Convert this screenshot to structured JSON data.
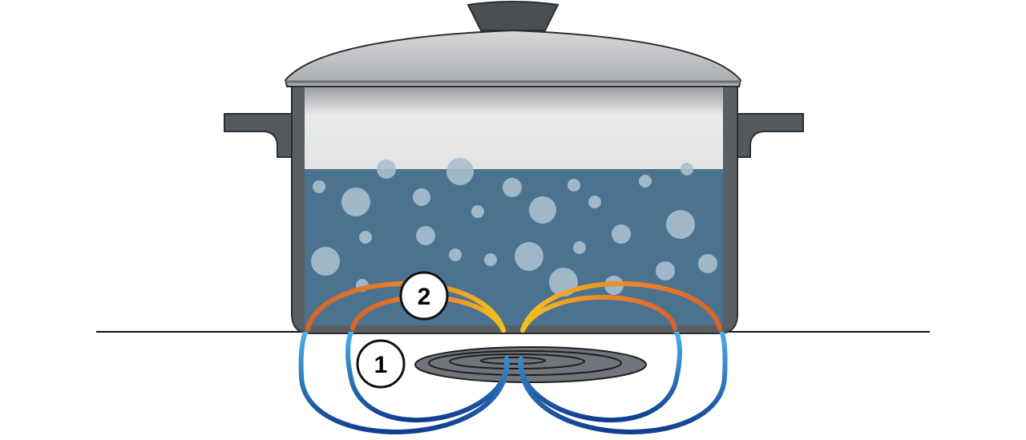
{
  "diagram": {
    "callouts": [
      {
        "id": "coil",
        "label": "1"
      },
      {
        "id": "field",
        "label": "2"
      }
    ],
    "colors": {
      "pot_metal_dark": "#5a5f63",
      "pot_metal_light": "#d9dadb",
      "water": "#4b7390",
      "bubble": "#a9bfce",
      "coil_plate": "#6f747a",
      "field_lines_below": "#1e72c8",
      "field_lines_inside": "#e07020",
      "field_highlight": "#f2c21a"
    }
  }
}
